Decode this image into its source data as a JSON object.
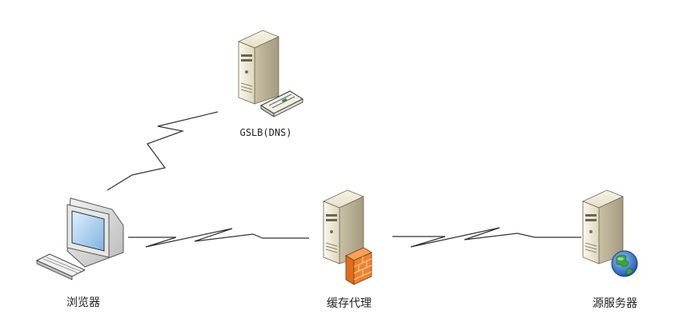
{
  "nodes": {
    "gslb": {
      "label": "GSLB(DNS)",
      "icon": "dns-server-icon"
    },
    "browser": {
      "label": "浏览器",
      "icon": "desktop-computer-icon"
    },
    "cache": {
      "label": "缓存代理",
      "icon": "firewall-server-icon"
    },
    "origin": {
      "label": "源服务器",
      "icon": "web-server-icon"
    }
  },
  "links": [
    {
      "from": "browser",
      "to": "gslb",
      "style": "lightning"
    },
    {
      "from": "browser",
      "to": "cache",
      "style": "lightning"
    },
    {
      "from": "cache",
      "to": "origin",
      "style": "lightning"
    }
  ],
  "colors": {
    "line": "#333333",
    "server_body": "#e9e4d3",
    "firewall": "#e8782a",
    "globe_blue": "#2a6fd6",
    "globe_green": "#3aa33a"
  }
}
